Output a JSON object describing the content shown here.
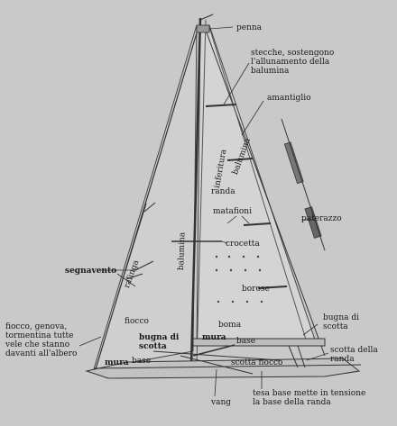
{
  "labels": {
    "penna": "penna",
    "stecche": "stecche, sostengono l'allunamento della balumina",
    "amantiglio": "amantiglio",
    "balumina_randa": "balumina",
    "inferitura": "inferitura",
    "randa": "randa",
    "matafioni": "matafioni",
    "paterazzo": "paterazzo",
    "crocetta": "crocetta",
    "balumina_fiocco": "balumina",
    "segnavento": "segnavento",
    "ralinga": "ralinga",
    "borose": "borose",
    "fiocco": "fiocco",
    "fiocco_desc": "fiocco, genova, tormentina tutte vele che stanno davanti all'albero",
    "boma": "boma",
    "bugna_scotta_fiocco": "bugna di scotta",
    "mura_randa": "mura",
    "base_randa": "base",
    "mura_fiocco": "mura",
    "base_fiocco": "base",
    "scotta_fiocco": "scotta fiocco",
    "bugna_scotta_randa": "bugna di scotta",
    "scotta_randa": "scotta della randa",
    "vang": "vang",
    "tesa_base": "tesa base mette in tensione la base della randa"
  },
  "colors": {
    "background": "#c9c9c9",
    "sail": "#d6d6d6",
    "line": "#3a3a3a",
    "text": "#1a1a1a"
  }
}
